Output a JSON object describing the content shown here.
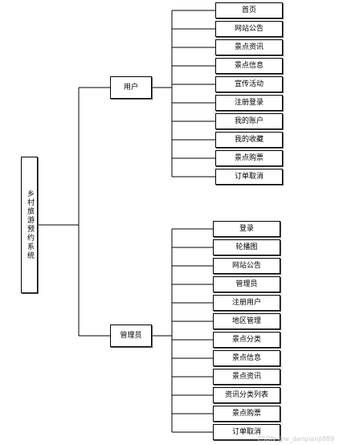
{
  "root": {
    "label": "乡村旅游预约系统"
  },
  "branches": [
    {
      "key": "user",
      "label": "用户",
      "children": [
        "首页",
        "网站公告",
        "景点资讯",
        "景点信息",
        "宣传活动",
        "注册登录",
        "我的账户",
        "我的收藏",
        "景点购票",
        "订单取消"
      ]
    },
    {
      "key": "admin",
      "label": "管理员",
      "children": [
        "登录",
        "轮播图",
        "网站公告",
        "管理员",
        "注册用户",
        "地区管理",
        "景点分类",
        "景点信息",
        "景点资讯",
        "资讯分类列表",
        "景点购票",
        "订单取消"
      ]
    }
  ],
  "watermark": "CSDN @w_danpianji889"
}
